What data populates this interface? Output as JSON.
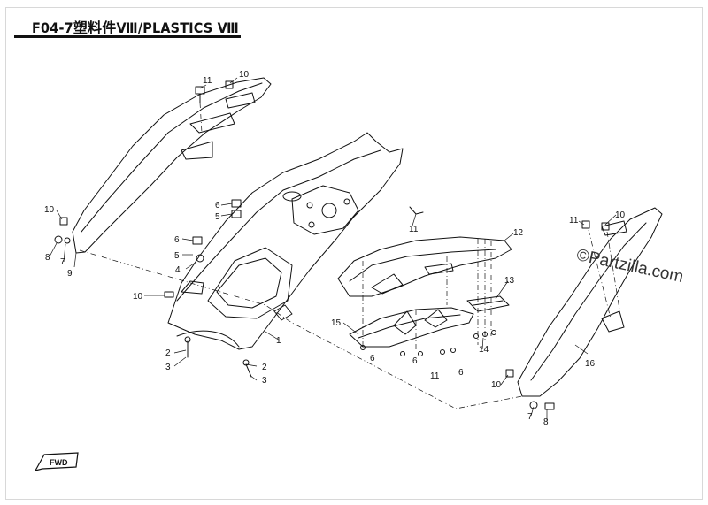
{
  "title": "F04-7塑料件Ⅷ/PLASTICS Ⅷ",
  "watermark": "©Partzilla.com",
  "fwd_label": "FWD",
  "callouts": [
    {
      "id": "c1",
      "label": "1"
    },
    {
      "id": "c2a",
      "label": "2"
    },
    {
      "id": "c2b",
      "label": "2"
    },
    {
      "id": "c3a",
      "label": "3"
    },
    {
      "id": "c3b",
      "label": "3"
    },
    {
      "id": "c4",
      "label": "4"
    },
    {
      "id": "c5a",
      "label": "5"
    },
    {
      "id": "c5b",
      "label": "5"
    },
    {
      "id": "c6a",
      "label": "6"
    },
    {
      "id": "c6b",
      "label": "6"
    },
    {
      "id": "c6c",
      "label": "6"
    },
    {
      "id": "c6d",
      "label": "6"
    },
    {
      "id": "c6e",
      "label": "6"
    },
    {
      "id": "c7a",
      "label": "7"
    },
    {
      "id": "c7b",
      "label": "7"
    },
    {
      "id": "c8a",
      "label": "8"
    },
    {
      "id": "c8b",
      "label": "8"
    },
    {
      "id": "c9",
      "label": "9"
    },
    {
      "id": "c10a",
      "label": "10"
    },
    {
      "id": "c10b",
      "label": "10"
    },
    {
      "id": "c10c",
      "label": "10"
    },
    {
      "id": "c10d",
      "label": "10"
    },
    {
      "id": "c10e",
      "label": "10"
    },
    {
      "id": "c11a",
      "label": "11"
    },
    {
      "id": "c11b",
      "label": "11"
    },
    {
      "id": "c11c",
      "label": "11"
    },
    {
      "id": "c11d",
      "label": "11"
    },
    {
      "id": "c12",
      "label": "12"
    },
    {
      "id": "c13",
      "label": "13"
    },
    {
      "id": "c14",
      "label": "14"
    },
    {
      "id": "c15",
      "label": "15"
    },
    {
      "id": "c16",
      "label": "16"
    }
  ]
}
